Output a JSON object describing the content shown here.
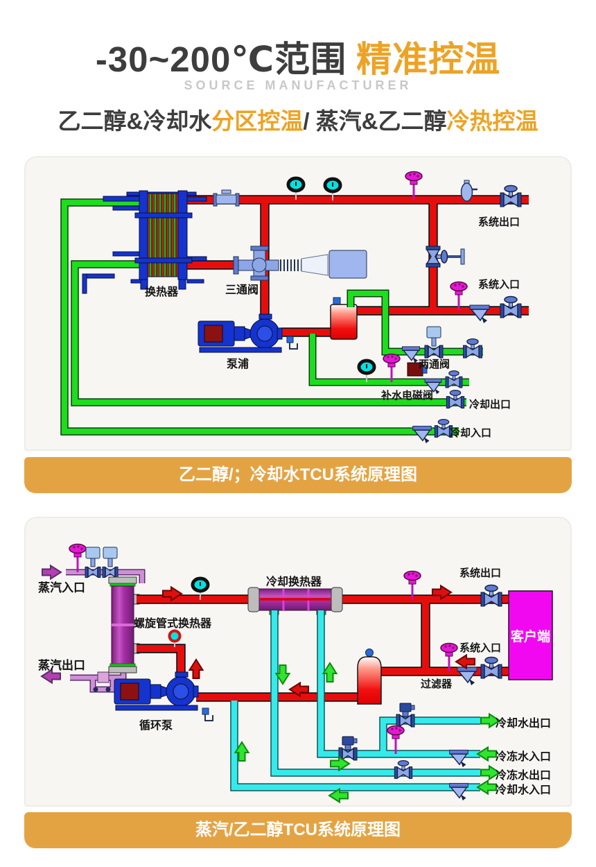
{
  "colors": {
    "accent_orange": "#ECA325",
    "caption_bar": "#E4A343",
    "dark_text": "#3D3D3D",
    "subtitle_gray": "#C8C8C8",
    "pipe_red": "#E80D0D",
    "pipe_green": "#1EDC1E",
    "pipe_cyan": "#35EAEA",
    "pipe_steam_purple": "#CE8FD6",
    "equipment_blue": "#1533CE",
    "vessel_purple": "#A82FA8",
    "client_magenta": "#F108F1",
    "gauge_teal": "#00E2E2"
  },
  "header": {
    "title_range": "-30~200℃范围",
    "title_accent": "精准控温",
    "subtitle": "SOURCE MANUFACTURER",
    "tagline_parts": [
      {
        "text": "乙二醇&冷却水",
        "accent": false
      },
      {
        "text": "分区控温",
        "accent": true
      },
      {
        "text": "/ 蒸汽&乙二醇",
        "accent": false
      },
      {
        "text": "冷热控温",
        "accent": true
      }
    ]
  },
  "panel1": {
    "caption": "乙二醇/；冷却水TCU系统原理图",
    "labels": {
      "heat_exchanger": "换热器",
      "three_way_valve": "三通阀",
      "pump": "泵浦",
      "two_way_valve": "两通阀",
      "makeup_solenoid_valve": "补水电磁阀",
      "system_outlet": "系统出口",
      "system_inlet": "系统入口",
      "cooling_outlet": "冷却出口",
      "cooling_inlet": "冷却入口"
    }
  },
  "panel2": {
    "caption": "蒸汽/乙二醇TCU系统原理图",
    "labels": {
      "steam_inlet": "蒸汽入口",
      "steam_outlet": "蒸汽出口",
      "spiral_tube_heat_exchanger": "螺旋管式换热器",
      "cooling_heat_exchanger": "冷却换热器",
      "system_outlet": "系统出口",
      "client": "客户端",
      "system_inlet": "系统入口",
      "filter": "过滤器",
      "circulation_pump": "循环泵",
      "cooling_water_outlet": "冷却水出口",
      "chilled_water_inlet": "冷冻水入口",
      "chilled_water_outlet": "冷冻水出口",
      "cooling_water_inlet": "冷却水入口"
    }
  }
}
